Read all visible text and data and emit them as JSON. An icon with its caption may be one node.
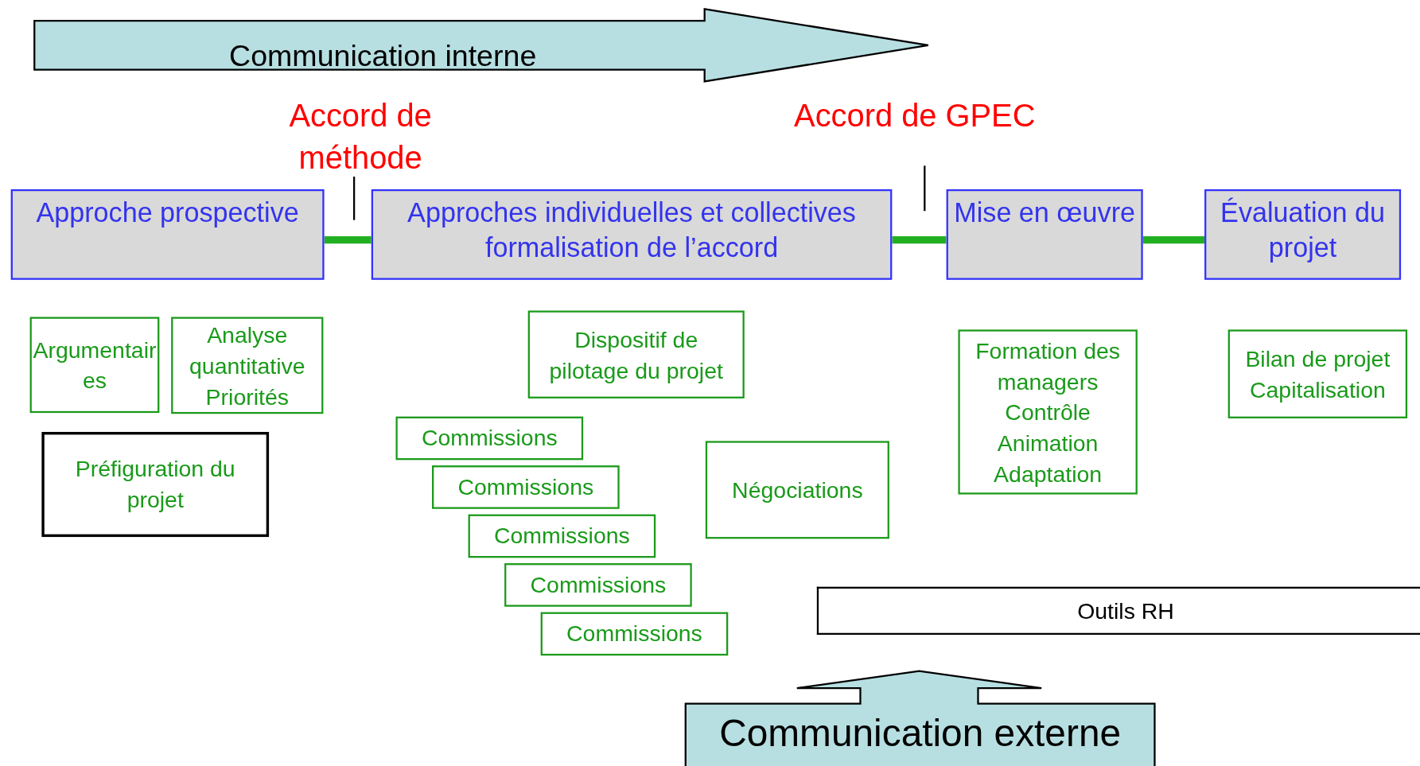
{
  "diagram": {
    "nodes": [
      {
        "text": [
          "Communication interne"
        ]
      },
      {
        "text": [
          "Approche prospective"
        ]
      },
      {
        "text": [
          "Approches individuelles et collectives formalisation de l’accord"
        ]
      },
      {
        "text": [
          "Mise en œuvre"
        ]
      },
      {
        "text": [
          "Évaluation du projet"
        ]
      },
      {
        "text": [
          "Argumentaires"
        ]
      },
      {
        "text": [
          "Analyse quantitative",
          "Priorités"
        ]
      },
      {
        "text": [
          "Préfiguration du projet"
        ]
      },
      {
        "text": [
          "Dispositif de pilotage du projet"
        ]
      },
      {
        "text": [
          "Commissions"
        ]
      },
      {
        "text": [
          "Commissions"
        ]
      },
      {
        "text": [
          "Commissions"
        ]
      },
      {
        "text": [
          "Commissions"
        ]
      },
      {
        "text": [
          "Commissions"
        ]
      },
      {
        "text": [
          "Négociations"
        ]
      },
      {
        "text": [
          "Formation des managers",
          "Contrôle",
          "Animation",
          "Adaptation"
        ]
      },
      {
        "text": [
          "Bilan de projet",
          "Capitalisation"
        ]
      },
      {
        "text": [
          "Outils RH"
        ]
      },
      {
        "text": [
          "Communication externe"
        ]
      }
    ],
    "edges": [
      {
        "from": 1,
        "to": 2,
        "arrow": "none"
      },
      {
        "from": 2,
        "to": 3,
        "arrow": "none"
      },
      {
        "from": 3,
        "to": 4,
        "arrow": "none"
      }
    ],
    "labels": [
      "Accord de méthode",
      "Accord de GPEC"
    ]
  }
}
